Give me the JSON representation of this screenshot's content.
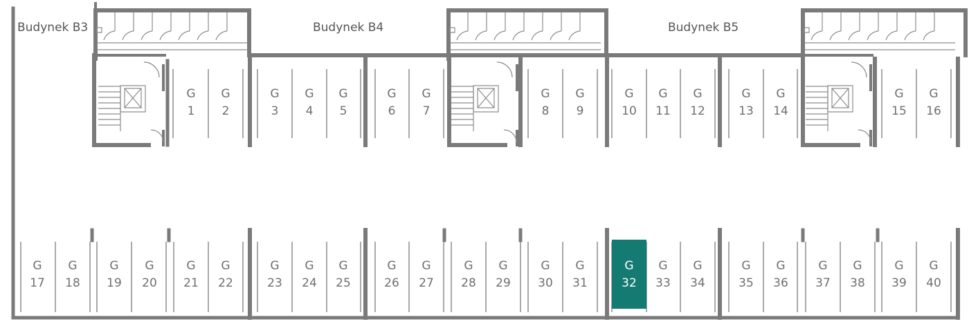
{
  "buildings": [
    {
      "label": "Budynek B3"
    },
    {
      "label": "Budynek B4"
    },
    {
      "label": "Budynek B5"
    }
  ],
  "spot_prefix": "G",
  "colors": {
    "wall": "#777777",
    "line": "#8c8c8c",
    "text": "#6f6f6f",
    "selected": "#157a72"
  },
  "top_row": [
    {
      "num": "1"
    },
    {
      "num": "2"
    },
    {
      "num": "3"
    },
    {
      "num": "4"
    },
    {
      "num": "5"
    },
    {
      "num": "6"
    },
    {
      "num": "7"
    },
    {
      "num": "8"
    },
    {
      "num": "9"
    },
    {
      "num": "10"
    },
    {
      "num": "11"
    },
    {
      "num": "12"
    },
    {
      "num": "13"
    },
    {
      "num": "14"
    },
    {
      "num": "15"
    },
    {
      "num": "16"
    }
  ],
  "bottom_row": [
    {
      "num": "17"
    },
    {
      "num": "18"
    },
    {
      "num": "19"
    },
    {
      "num": "20"
    },
    {
      "num": "21"
    },
    {
      "num": "22"
    },
    {
      "num": "23"
    },
    {
      "num": "24"
    },
    {
      "num": "25"
    },
    {
      "num": "26"
    },
    {
      "num": "27"
    },
    {
      "num": "28"
    },
    {
      "num": "29"
    },
    {
      "num": "30"
    },
    {
      "num": "31"
    },
    {
      "num": "32",
      "selected": true
    },
    {
      "num": "33"
    },
    {
      "num": "34"
    },
    {
      "num": "35"
    },
    {
      "num": "36"
    },
    {
      "num": "37"
    },
    {
      "num": "38"
    },
    {
      "num": "39"
    },
    {
      "num": "40"
    }
  ]
}
